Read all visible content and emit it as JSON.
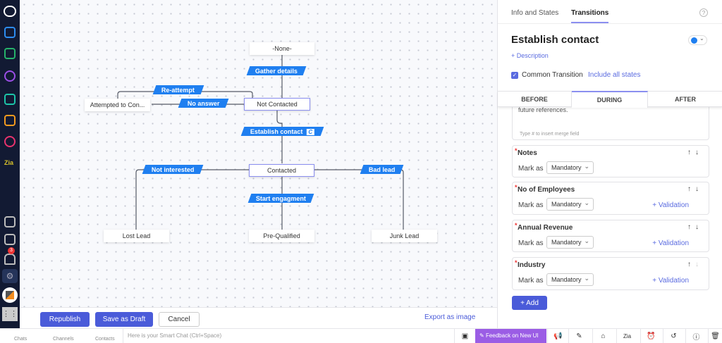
{
  "rail": {
    "icons": [
      "zoho-logo-icon",
      "folder-icon",
      "report-icon",
      "analytics-icon",
      "task-icon",
      "store-icon",
      "search-icon",
      "zia-icon",
      "add-note-icon",
      "calendar-icon",
      "bell-icon",
      "gear-icon",
      "profile-icon",
      "apps-grid-icon"
    ],
    "notification_count": "3"
  },
  "diagram": {
    "nodes": {
      "none": "-None-",
      "not_contacted": "Not Contacted",
      "attempted": "Attempted to Con...",
      "contacted": "Contacted",
      "lost": "Lost Lead",
      "prequalified": "Pre-Qualified",
      "junk": "Junk Lead"
    },
    "transitions": {
      "gather": "Gather details",
      "reattempt": "Re-attempt",
      "no_answer": "No answer",
      "establish": "Establish contact",
      "establish_badge": "C",
      "not_interested": "Not interested",
      "bad_lead": "Bad lead",
      "start": "Start engagment"
    }
  },
  "actions": {
    "republish": "Republish",
    "save_draft": "Save as Draft",
    "cancel": "Cancel",
    "export": "Export as image"
  },
  "panel": {
    "tabs": [
      "Info and States",
      "Transitions"
    ],
    "active_tab": "Transitions",
    "title": "Establish contact",
    "color": "#1f7ff0",
    "description_link": "+ Description",
    "common_transition": "Common Transition",
    "common_checked": true,
    "include_all": "Include all states",
    "phase_tabs": [
      "BEFORE",
      "DURING",
      "AFTER"
    ],
    "active_phase": "DURING",
    "message_tail": "future references.",
    "merge_hint": "Type # to insert merge field",
    "mark_as": "Mark as",
    "fields": [
      {
        "name": "Notes",
        "mode": "Mandatory",
        "validation": ""
      },
      {
        "name": "No of Employees",
        "mode": "Mandatory",
        "validation": "+ Validation"
      },
      {
        "name": "Annual Revenue",
        "mode": "Mandatory",
        "validation": "+ Validation"
      },
      {
        "name": "Industry",
        "mode": "Mandatory",
        "validation": "+ Validation"
      }
    ],
    "add": "+ Add"
  },
  "statusbar": {
    "chats": "Chats",
    "channels": "Channels",
    "contacts": "Contacts",
    "smart_chat_placeholder": "Here is your Smart Chat (Ctrl+Space)",
    "feedback": "Feedback on New UI"
  }
}
